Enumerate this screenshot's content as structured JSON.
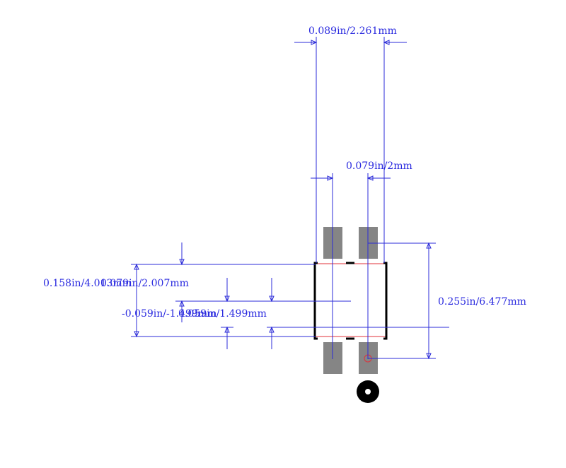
{
  "drawing": {
    "dimensions": {
      "pad_span_top": "0.089in/2.261mm",
      "pad_pitch": "0.079in/2mm",
      "overall_height": "0.255in/6.477mm",
      "body_height_overlap_a": "0.158in/4.013mm",
      "body_height_overlap_b": "0.079in/2.007mm",
      "offset_overlap_a": "-0.059in/-1.499mm",
      "offset_overlap_b": "0.059in/1.499mm"
    }
  },
  "colors": {
    "dimension": "#2b2bd8",
    "pad": "#858585",
    "body_outline": "#e0303a",
    "silkscreen": "#000000"
  }
}
